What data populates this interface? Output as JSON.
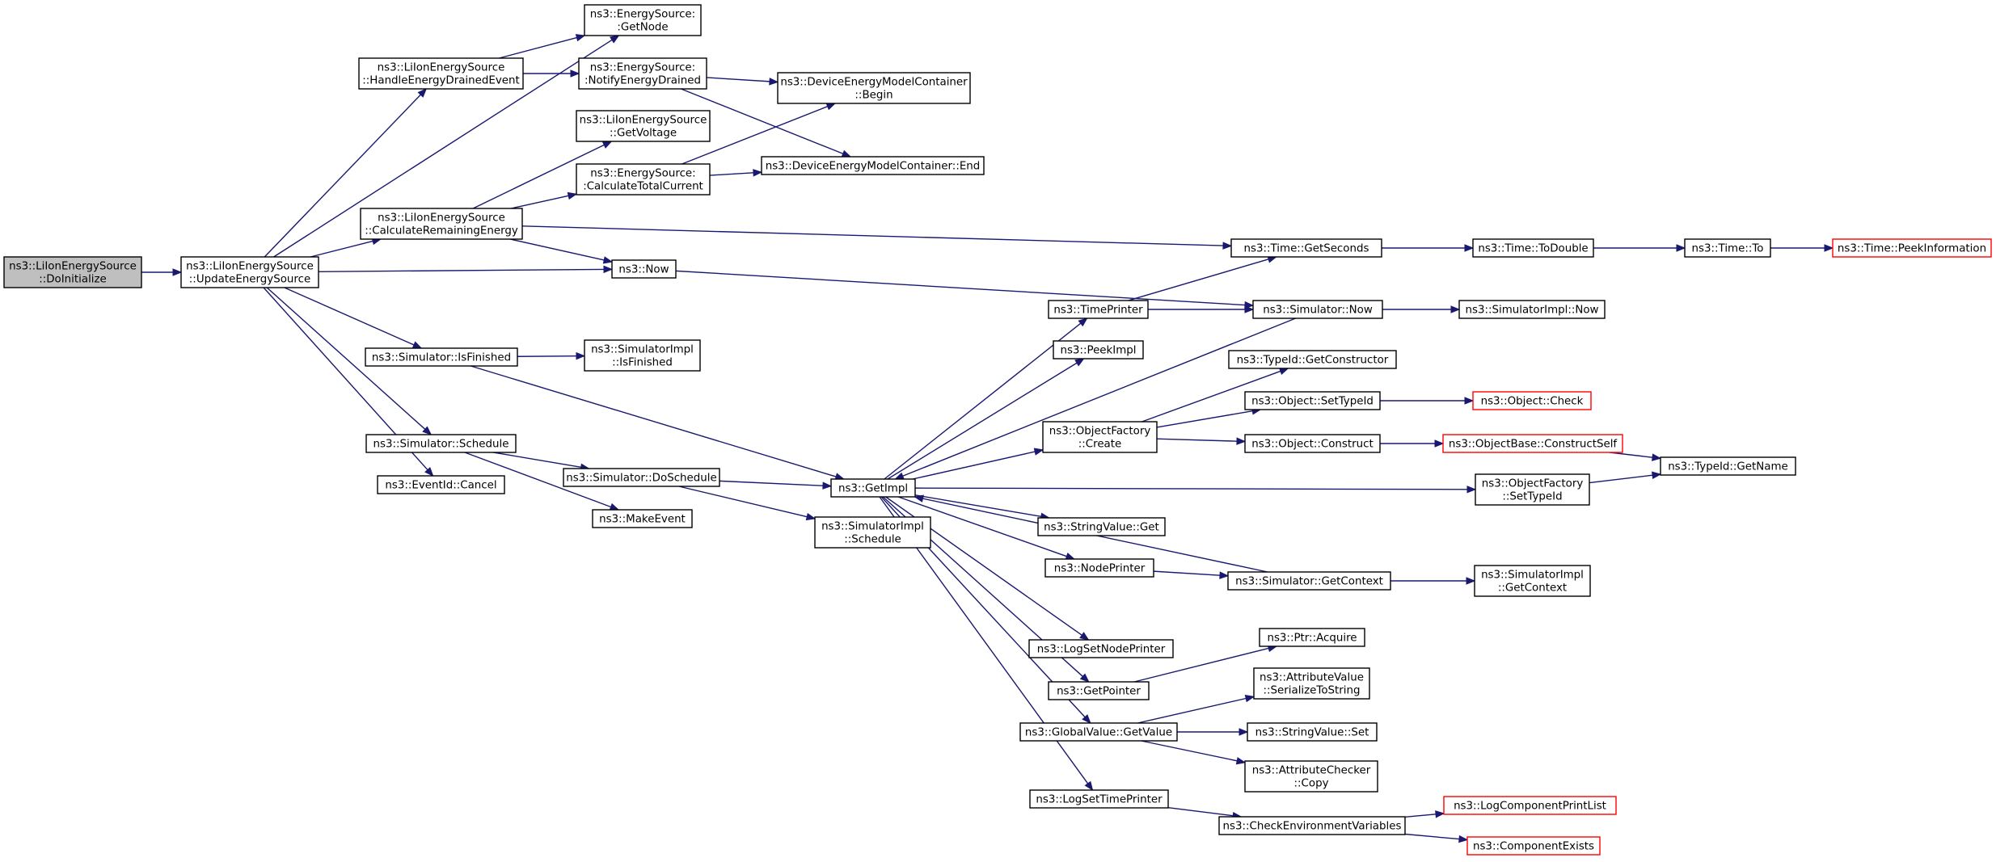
{
  "nodes": {
    "doinit": {
      "lines": [
        "ns3::LiIonEnergySource",
        "::DoInitialize"
      ],
      "style": "root"
    },
    "update": {
      "lines": [
        "ns3::LiIonEnergySource",
        "::UpdateEnergySource"
      ]
    },
    "getnode": {
      "lines": [
        "ns3::EnergySource:",
        ":GetNode"
      ]
    },
    "handle": {
      "lines": [
        "ns3::LiIonEnergySource",
        "::HandleEnergyDrainedEvent"
      ]
    },
    "notify": {
      "lines": [
        "ns3::EnergySource:",
        ":NotifyEnergyDrained"
      ]
    },
    "begin": {
      "lines": [
        "ns3::DeviceEnergyModelContainer",
        "::Begin"
      ]
    },
    "getvolt": {
      "lines": [
        "ns3::LiIonEnergySource",
        "::GetVoltage"
      ]
    },
    "calctot": {
      "lines": [
        "ns3::EnergySource:",
        ":CalculateTotalCurrent"
      ]
    },
    "end": {
      "lines": [
        "ns3::DeviceEnergyModelContainer::End"
      ]
    },
    "calcrem": {
      "lines": [
        "ns3::LiIonEnergySource",
        "::CalculateRemainingEnergy"
      ]
    },
    "getsec": {
      "lines": [
        "ns3::Time::GetSeconds"
      ]
    },
    "todouble": {
      "lines": [
        "ns3::Time::ToDouble"
      ]
    },
    "to": {
      "lines": [
        "ns3::Time::To"
      ]
    },
    "peekinfo": {
      "lines": [
        "ns3::Time::PeekInformation"
      ],
      "style": "trunc"
    },
    "now": {
      "lines": [
        "ns3::Now"
      ]
    },
    "timeprinter": {
      "lines": [
        "ns3::TimePrinter"
      ]
    },
    "simnow": {
      "lines": [
        "ns3::Simulator::Now"
      ]
    },
    "simimplnow": {
      "lines": [
        "ns3::SimulatorImpl::Now"
      ]
    },
    "peekimpl": {
      "lines": [
        "ns3::PeekImpl"
      ]
    },
    "isfinished": {
      "lines": [
        "ns3::Simulator::IsFinished"
      ]
    },
    "implfinished": {
      "lines": [
        "ns3::SimulatorImpl",
        "::IsFinished"
      ]
    },
    "getctor": {
      "lines": [
        "ns3::TypeId::GetConstructor"
      ]
    },
    "objsettype": {
      "lines": [
        "ns3::Object::SetTypeId"
      ]
    },
    "objcheck": {
      "lines": [
        "ns3::Object::Check"
      ],
      "style": "trunc"
    },
    "objfcreate": {
      "lines": [
        "ns3::ObjectFactory",
        "::Create"
      ]
    },
    "schedule": {
      "lines": [
        "ns3::Simulator::Schedule"
      ]
    },
    "objconstruct": {
      "lines": [
        "ns3::Object::Construct"
      ]
    },
    "constructself": {
      "lines": [
        "ns3::ObjectBase::ConstructSelf"
      ],
      "style": "trunc"
    },
    "cancel": {
      "lines": [
        "ns3::EventId::Cancel"
      ]
    },
    "doschedule": {
      "lines": [
        "ns3::Simulator::DoSchedule"
      ]
    },
    "getimpl": {
      "lines": [
        "ns3::GetImpl"
      ]
    },
    "gettypename": {
      "lines": [
        "ns3::TypeId::GetName"
      ]
    },
    "objfsettype": {
      "lines": [
        "ns3::ObjectFactory",
        "::SetTypeId"
      ]
    },
    "makeevent": {
      "lines": [
        "ns3::MakeEvent"
      ]
    },
    "implschedule": {
      "lines": [
        "ns3::SimulatorImpl",
        "::Schedule"
      ]
    },
    "strget": {
      "lines": [
        "ns3::StringValue::Get"
      ]
    },
    "nodeprinter": {
      "lines": [
        "ns3::NodePrinter"
      ]
    },
    "getcontext": {
      "lines": [
        "ns3::Simulator::GetContext"
      ]
    },
    "implcontext": {
      "lines": [
        "ns3::SimulatorImpl",
        "::GetContext"
      ]
    },
    "ptracquire": {
      "lines": [
        "ns3::Ptr::Acquire"
      ]
    },
    "logsetnode": {
      "lines": [
        "ns3::LogSetNodePrinter"
      ]
    },
    "attrserialize": {
      "lines": [
        "ns3::AttributeValue",
        "::SerializeToString"
      ]
    },
    "getpointer": {
      "lines": [
        "ns3::GetPointer"
      ]
    },
    "gvgetvalue": {
      "lines": [
        "ns3::GlobalValue::GetValue"
      ]
    },
    "strset": {
      "lines": [
        "ns3::StringValue::Set"
      ]
    },
    "attrcopy": {
      "lines": [
        "ns3::AttributeChecker",
        "::Copy"
      ]
    },
    "logsettime": {
      "lines": [
        "ns3::LogSetTimePrinter"
      ]
    },
    "logprintlist": {
      "lines": [
        "ns3::LogComponentPrintList"
      ],
      "style": "trunc"
    },
    "checkenv": {
      "lines": [
        "ns3::CheckEnvironmentVariables"
      ]
    },
    "compexists": {
      "lines": [
        "ns3::ComponentExists"
      ],
      "style": "trunc"
    }
  },
  "edges": [
    [
      "doinit",
      "update"
    ],
    [
      "update",
      "getnode"
    ],
    [
      "update",
      "handle"
    ],
    [
      "update",
      "calcrem"
    ],
    [
      "update",
      "now"
    ],
    [
      "update",
      "isfinished"
    ],
    [
      "update",
      "schedule"
    ],
    [
      "update",
      "cancel"
    ],
    [
      "handle",
      "getnode"
    ],
    [
      "handle",
      "notify"
    ],
    [
      "notify",
      "begin"
    ],
    [
      "notify",
      "end"
    ],
    [
      "calcrem",
      "getvolt"
    ],
    [
      "calcrem",
      "calctot"
    ],
    [
      "calcrem",
      "getsec"
    ],
    [
      "calcrem",
      "now"
    ],
    [
      "calctot",
      "begin"
    ],
    [
      "calctot",
      "end"
    ],
    [
      "getsec",
      "todouble"
    ],
    [
      "todouble",
      "to"
    ],
    [
      "to",
      "peekinfo"
    ],
    [
      "now",
      "simnow"
    ],
    [
      "simnow",
      "simimplnow"
    ],
    [
      "simnow",
      "getimpl"
    ],
    [
      "isfinished",
      "implfinished"
    ],
    [
      "isfinished",
      "getimpl"
    ],
    [
      "schedule",
      "doschedule"
    ],
    [
      "schedule",
      "makeevent"
    ],
    [
      "doschedule",
      "getimpl"
    ],
    [
      "doschedule",
      "implschedule"
    ],
    [
      "getimpl",
      "timeprinter"
    ],
    [
      "getimpl",
      "peekimpl"
    ],
    [
      "getimpl",
      "objfcreate"
    ],
    [
      "getimpl",
      "objfsettype"
    ],
    [
      "getimpl",
      "strget"
    ],
    [
      "getimpl",
      "nodeprinter"
    ],
    [
      "getimpl",
      "logsetnode"
    ],
    [
      "getimpl",
      "getpointer"
    ],
    [
      "getimpl",
      "gvgetvalue"
    ],
    [
      "getimpl",
      "logsettime"
    ],
    [
      "timeprinter",
      "getsec"
    ],
    [
      "timeprinter",
      "simnow"
    ],
    [
      "objfcreate",
      "getctor"
    ],
    [
      "objfcreate",
      "objsettype"
    ],
    [
      "objfcreate",
      "objconstruct"
    ],
    [
      "objsettype",
      "objcheck"
    ],
    [
      "objconstruct",
      "constructself"
    ],
    [
      "constructself",
      "gettypename"
    ],
    [
      "objfsettype",
      "gettypename"
    ],
    [
      "nodeprinter",
      "getcontext"
    ],
    [
      "getcontext",
      "implcontext"
    ],
    [
      "getcontext",
      "getimpl"
    ],
    [
      "getpointer",
      "ptracquire"
    ],
    [
      "gvgetvalue",
      "attrserialize"
    ],
    [
      "gvgetvalue",
      "strset"
    ],
    [
      "gvgetvalue",
      "attrcopy"
    ],
    [
      "logsettime",
      "checkenv"
    ],
    [
      "checkenv",
      "logprintlist"
    ],
    [
      "checkenv",
      "compexists"
    ]
  ]
}
